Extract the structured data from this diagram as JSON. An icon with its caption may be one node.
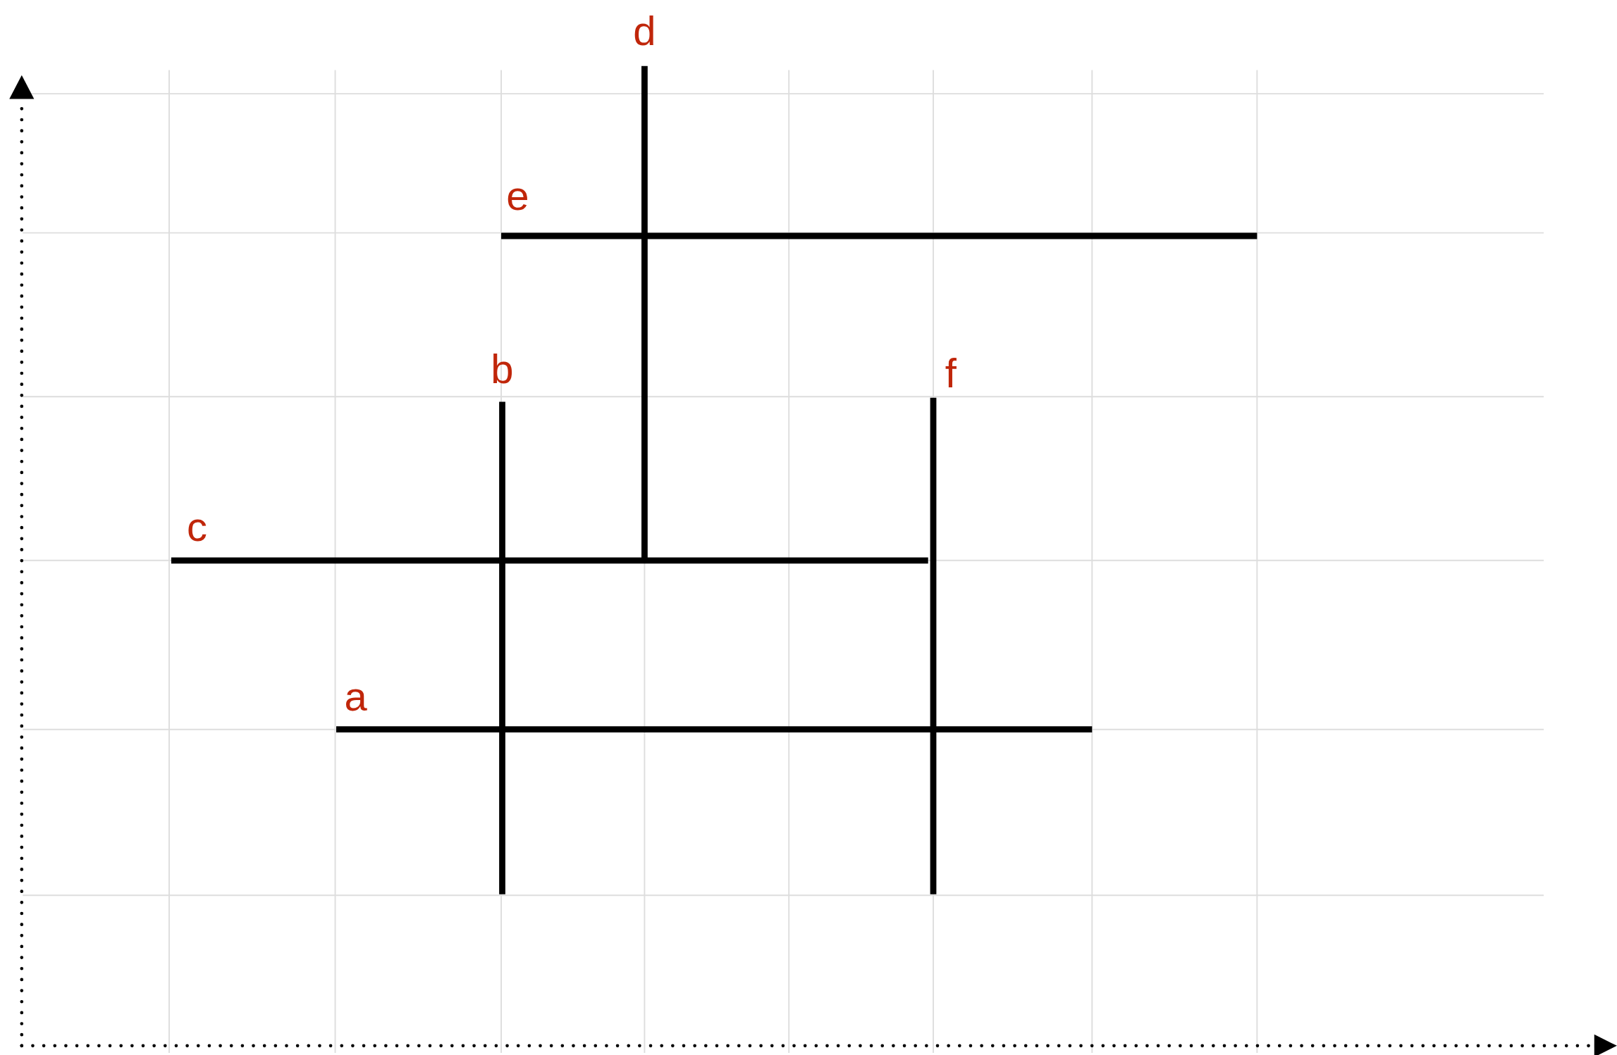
{
  "diagram": {
    "labels": [
      "d",
      "e",
      "b",
      "f",
      "c",
      "a"
    ]
  }
}
